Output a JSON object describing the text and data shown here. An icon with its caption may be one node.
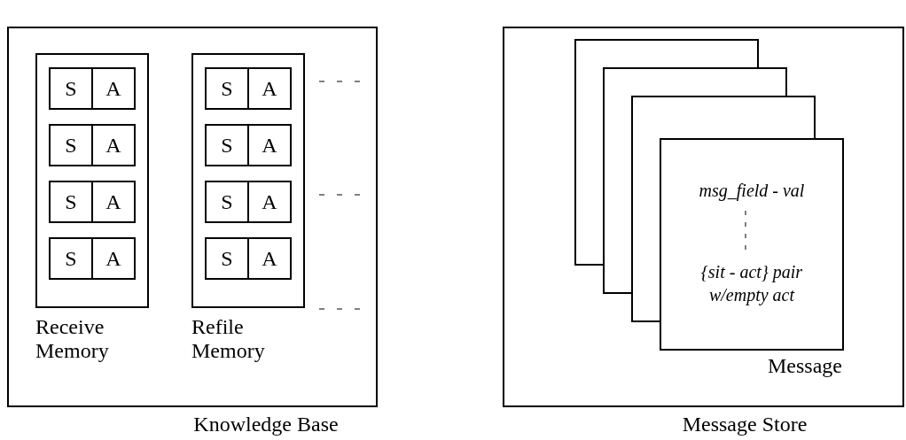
{
  "diagram": {
    "nodes": [
      {
        "text": [
          "Knowledge Base"
        ]
      },
      {
        "text": [
          "Receive Memory"
        ],
        "in": 0
      },
      {
        "text": [
          "S",
          "A"
        ],
        "in": 1
      },
      {
        "text": [
          "S",
          "A"
        ],
        "in": 1
      },
      {
        "text": [
          "S",
          "A"
        ],
        "in": 1
      },
      {
        "text": [
          "S",
          "A"
        ],
        "in": 1
      },
      {
        "text": [
          "Refile Memory"
        ],
        "in": 0
      },
      {
        "text": [
          "S",
          "A"
        ],
        "in": 6
      },
      {
        "text": [
          "S",
          "A"
        ],
        "in": 6
      },
      {
        "text": [
          "S",
          "A"
        ],
        "in": 6
      },
      {
        "text": [
          "S",
          "A"
        ],
        "in": 6
      },
      {
        "text": [
          "Message Store"
        ]
      },
      {
        "text": [],
        "shape": "box",
        "in": 11
      },
      {
        "text": [],
        "shape": "box",
        "in": 11
      },
      {
        "text": [],
        "shape": "box",
        "in": 11
      },
      {
        "text": [
          "msg_field - val",
          "{sit - act} pair w/empty act",
          "Message"
        ],
        "in": 11
      }
    ],
    "edges": []
  }
}
